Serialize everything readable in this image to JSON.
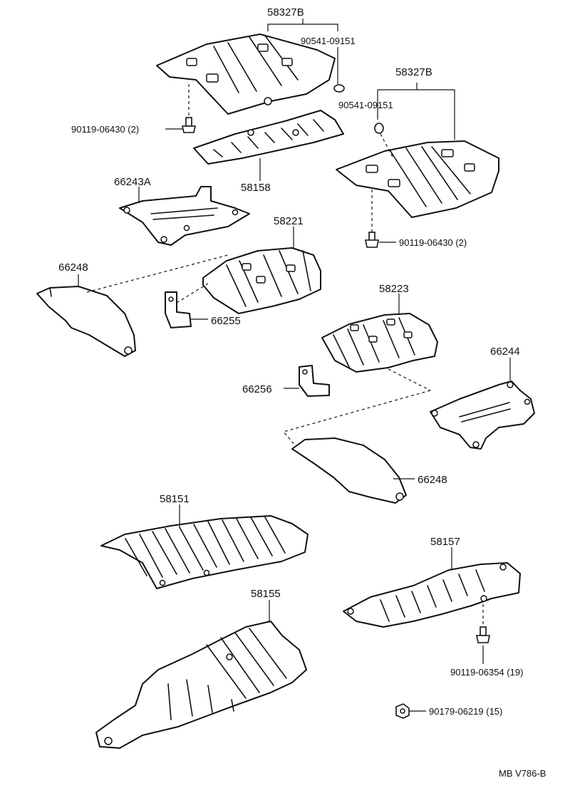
{
  "labels": {
    "p58327b_top": "58327B",
    "p90541_top": "90541-09151",
    "p90119_06430_left": "90119-06430 (2)",
    "p58158": "58158",
    "p58327b_right": "58327B",
    "p90541_right": "90541-09151",
    "p66243a": "66243A",
    "p90119_06430_right": "90119-06430 (2)",
    "p58221": "58221",
    "p66248_left": "66248",
    "p66255": "66255",
    "p58223": "58223",
    "p66244": "66244",
    "p66256": "66256",
    "p66248_right": "66248",
    "p58151": "58151",
    "p58157": "58157",
    "p58155": "58155",
    "p90119_06354": "90119-06354 (19)",
    "p90179_06219": "90179-06219 (15)",
    "diagram_code": "MB V786-B"
  }
}
